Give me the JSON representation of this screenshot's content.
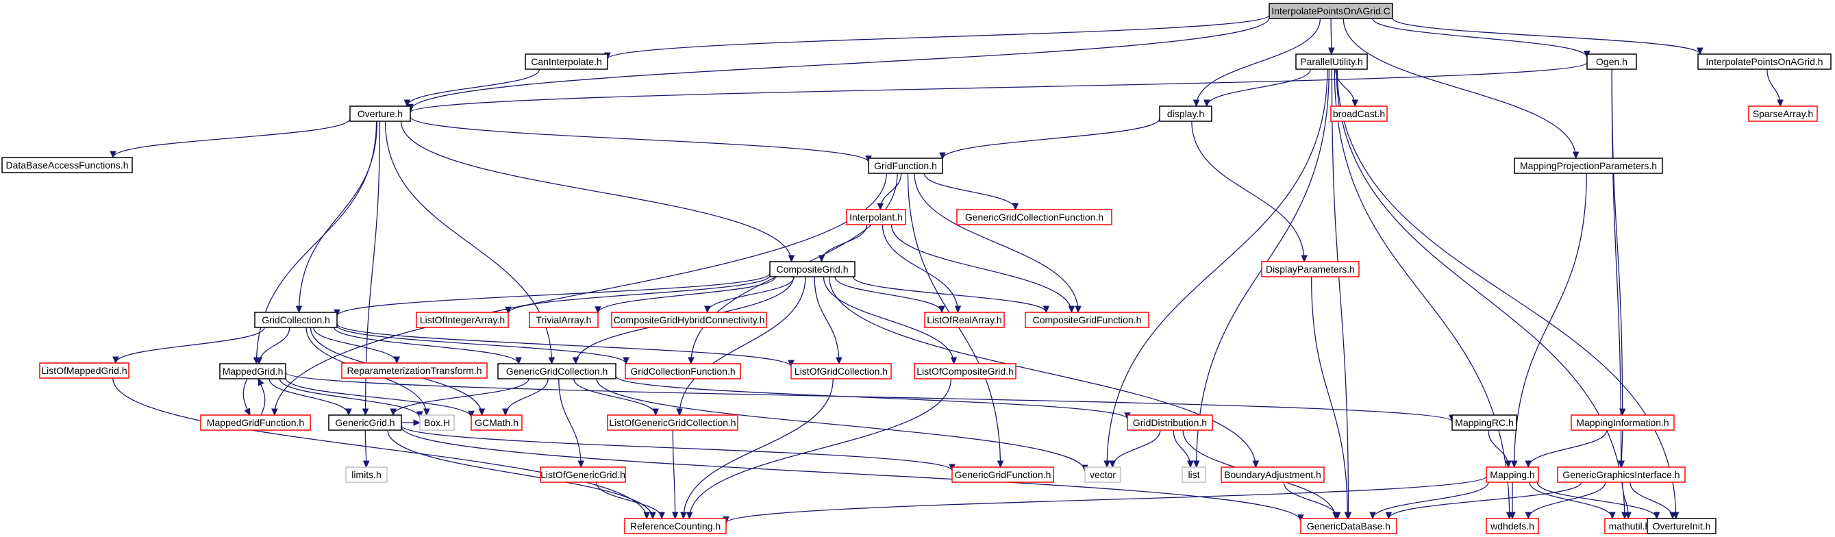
{
  "colors": {
    "edge": "#191970",
    "node_border_default": "#000000",
    "node_border_missing_doc": "#ff0000",
    "node_border_system": "#bfbfbf",
    "root_fill": "#bfbfbf"
  },
  "nodes": {
    "root": "InterpolatePointsOnAGrid.C",
    "caninterpolate": "CanInterpolate.h",
    "parallelutility": "ParallelUtility.h",
    "ogen": "Ogen.h",
    "interpolatepointsonagrid_h": "InterpolatePointsOnAGrid.h",
    "overture": "Overture.h",
    "display": "display.h",
    "broadcast": "broadCast.h",
    "sparsearray": "SparseArray.h",
    "databaseaccessfunctions": "DataBaseAccessFunctions.h",
    "gridfunction": "GridFunction.h",
    "mappingprojectionparameters": "MappingProjectionParameters.h",
    "interpolant": "Interpolant.h",
    "genericgridcollectionfunction": "GenericGridCollectionFunction.h",
    "compositegrid": "CompositeGrid.h",
    "displayparameters": "DisplayParameters.h",
    "gridcollection": "GridCollection.h",
    "listofintegerarray": "ListOfIntegerArray.h",
    "trivialarray": "TrivialArray.h",
    "compositegridhybridconnectivity": "CompositeGridHybridConnectivity.h",
    "listofrealarray": "ListOfRealArray.h",
    "compositegridfunction": "CompositeGridFunction.h",
    "listofmappedgrid": "ListOfMappedGrid.h",
    "mappedgrid": "MappedGrid.h",
    "reparameterizationtransform": "ReparameterizationTransform.h",
    "genericgridcollection": "GenericGridCollection.h",
    "gridcollectionfunction": "GridCollectionFunction.h",
    "listofgridcollection": "ListOfGridCollection.h",
    "listofcompositegrid": "ListOfCompositeGrid.h",
    "mappedgridfunction": "MappedGridFunction.h",
    "genericgrid": "GenericGrid.h",
    "boxh": "Box.H",
    "gcmath": "GCMath.h",
    "listofgenericgridcollection": "ListOfGenericGridCollection.h",
    "griddistribution": "GridDistribution.h",
    "mappingrc": "MappingRC.h",
    "mappinginformation": "MappingInformation.h",
    "limits": "limits.h",
    "listofgenericgrid": "ListOfGenericGrid.h",
    "genericgridfunction": "GenericGridFunction.h",
    "vector": "vector",
    "list": "list",
    "boundaryadjustment": "BoundaryAdjustment.h",
    "mapping": "Mapping.h",
    "genericgraphicsinterface": "GenericGraphicsInterface.h",
    "referencecounting": "ReferenceCounting.h",
    "genericdatabase": "GenericDataBase.h",
    "wdhdefs": "wdhdefs.h",
    "mathutil": "mathutil.h",
    "overtureinit": "OvertureInit.h"
  }
}
